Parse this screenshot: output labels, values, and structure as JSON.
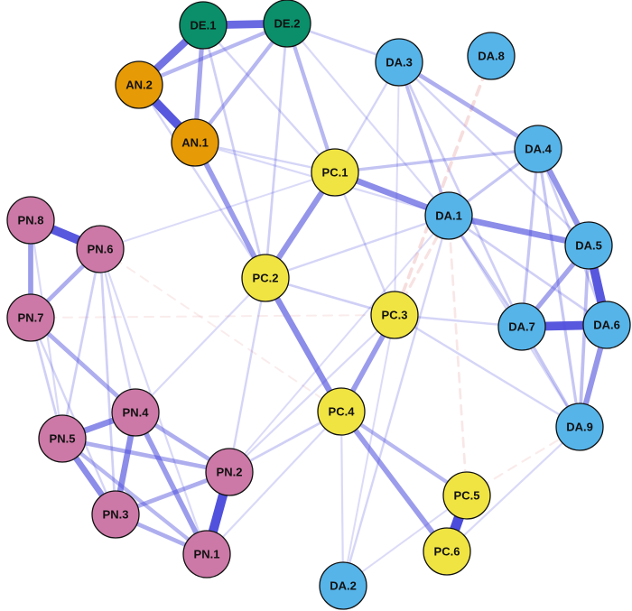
{
  "colors": {
    "DE": "#0a8f6a",
    "AN": "#e69a06",
    "DA": "#56b4e9",
    "PC": "#f0e442",
    "PN": "#cc79a7",
    "positive_edge": "#4b4bdc",
    "negative_edge": "#e8a2a2"
  },
  "nodes": [
    {
      "id": "DE.1",
      "group": "DE"
    },
    {
      "id": "DE.2",
      "group": "DE"
    },
    {
      "id": "AN.2",
      "group": "AN"
    },
    {
      "id": "AN.1",
      "group": "AN"
    },
    {
      "id": "DA.3",
      "group": "DA"
    },
    {
      "id": "DA.8",
      "group": "DA"
    },
    {
      "id": "DA.4",
      "group": "DA"
    },
    {
      "id": "PC.1",
      "group": "PC"
    },
    {
      "id": "DA.1",
      "group": "DA"
    },
    {
      "id": "PN.8",
      "group": "PN"
    },
    {
      "id": "PN.6",
      "group": "PN"
    },
    {
      "id": "DA.5",
      "group": "DA"
    },
    {
      "id": "PC.2",
      "group": "PC"
    },
    {
      "id": "PN.7",
      "group": "PN"
    },
    {
      "id": "PC.3",
      "group": "PC"
    },
    {
      "id": "DA.7",
      "group": "DA"
    },
    {
      "id": "DA.6",
      "group": "DA"
    },
    {
      "id": "PN.4",
      "group": "PN"
    },
    {
      "id": "PC.4",
      "group": "PC"
    },
    {
      "id": "PN.5",
      "group": "PN"
    },
    {
      "id": "DA.9",
      "group": "DA"
    },
    {
      "id": "PN.2",
      "group": "PN"
    },
    {
      "id": "PC.5",
      "group": "PC"
    },
    {
      "id": "PN.3",
      "group": "PN"
    },
    {
      "id": "PN.1",
      "group": "PN"
    },
    {
      "id": "PC.6",
      "group": "PC"
    },
    {
      "id": "DA.2",
      "group": "DA"
    }
  ],
  "edges": [
    {
      "a": "DE.1",
      "b": "DE.2",
      "w": 0.75,
      "sign": "+"
    },
    {
      "a": "AN.2",
      "b": "DE.1",
      "w": 0.7,
      "sign": "+"
    },
    {
      "a": "AN.2",
      "b": "AN.1",
      "w": 0.85,
      "sign": "+"
    },
    {
      "a": "AN.2",
      "b": "DE.2",
      "w": 0.3,
      "sign": "+"
    },
    {
      "a": "DE.1",
      "b": "AN.1",
      "w": 0.4,
      "sign": "+"
    },
    {
      "a": "DE.2",
      "b": "AN.1",
      "w": 0.3,
      "sign": "+"
    },
    {
      "a": "DE.2",
      "b": "PC.1",
      "w": 0.3,
      "sign": "+"
    },
    {
      "a": "DE.2",
      "b": "DA.3",
      "w": 0.15,
      "sign": "+"
    },
    {
      "a": "DE.2",
      "b": "PC.2",
      "w": 0.15,
      "sign": "+"
    },
    {
      "a": "DE.1",
      "b": "PC.2",
      "w": 0.15,
      "sign": "+"
    },
    {
      "a": "DE.1",
      "b": "PC.1",
      "w": 0.12,
      "sign": "+"
    },
    {
      "a": "DE.2",
      "b": "DA.1",
      "w": 0.1,
      "sign": "+"
    },
    {
      "a": "AN.1",
      "b": "PC.2",
      "w": 0.45,
      "sign": "+"
    },
    {
      "a": "AN.1",
      "b": "PC.1",
      "w": 0.12,
      "sign": "+"
    },
    {
      "a": "AN.1",
      "b": "DA.1",
      "w": 0.1,
      "sign": "+"
    },
    {
      "a": "AN.2",
      "b": "PC.2",
      "w": 0.12,
      "sign": "+"
    },
    {
      "a": "PC.1",
      "b": "DA.1",
      "w": 0.55,
      "sign": "+"
    },
    {
      "a": "PC.1",
      "b": "PC.2",
      "w": 0.5,
      "sign": "+"
    },
    {
      "a": "PC.1",
      "b": "DA.4",
      "w": 0.22,
      "sign": "+"
    },
    {
      "a": "PC.1",
      "b": "PC.3",
      "w": 0.12,
      "sign": "+"
    },
    {
      "a": "PC.1",
      "b": "DA.3",
      "w": 0.12,
      "sign": "+"
    },
    {
      "a": "PC.2",
      "b": "PC.4",
      "w": 0.55,
      "sign": "+"
    },
    {
      "a": "PC.2",
      "b": "PC.3",
      "w": 0.15,
      "sign": "+"
    },
    {
      "a": "PC.2",
      "b": "DA.1",
      "w": 0.12,
      "sign": "+"
    },
    {
      "a": "PC.2",
      "b": "PN.2",
      "w": 0.12,
      "sign": "+"
    },
    {
      "a": "PC.2",
      "b": "PN.4",
      "w": 0.1,
      "sign": "+"
    },
    {
      "a": "PC.3",
      "b": "PC.4",
      "w": 0.45,
      "sign": "+"
    },
    {
      "a": "PC.3",
      "b": "DA.1",
      "w": 0.2,
      "sign": "-"
    },
    {
      "a": "PC.3",
      "b": "DA.7",
      "w": 0.12,
      "sign": "+"
    },
    {
      "a": "PC.3",
      "b": "DA.9",
      "w": 0.12,
      "sign": "+"
    },
    {
      "a": "PC.3",
      "b": "PN.2",
      "w": 0.1,
      "sign": "+"
    },
    {
      "a": "PC.4",
      "b": "PC.6",
      "w": 0.45,
      "sign": "+"
    },
    {
      "a": "PC.4",
      "b": "PC.5",
      "w": 0.3,
      "sign": "+"
    },
    {
      "a": "PC.4",
      "b": "PN.2",
      "w": 0.15,
      "sign": "+"
    },
    {
      "a": "PC.4",
      "b": "DA.2",
      "w": 0.1,
      "sign": "+"
    },
    {
      "a": "PC.4",
      "b": "PN.1",
      "w": 0.1,
      "sign": "+"
    },
    {
      "a": "PC.5",
      "b": "PC.6",
      "w": 1.0,
      "sign": "+"
    },
    {
      "a": "PC.5",
      "b": "DA.1",
      "w": 0.15,
      "sign": "-"
    },
    {
      "a": "PC.5",
      "b": "DA.9",
      "w": 0.1,
      "sign": "-"
    },
    {
      "a": "PC.6",
      "b": "DA.9",
      "w": 0.1,
      "sign": "+"
    },
    {
      "a": "DA.1",
      "b": "DA.5",
      "w": 0.55,
      "sign": "+"
    },
    {
      "a": "DA.1",
      "b": "DA.3",
      "w": 0.25,
      "sign": "+"
    },
    {
      "a": "DA.1",
      "b": "DA.4",
      "w": 0.2,
      "sign": "+"
    },
    {
      "a": "DA.1",
      "b": "DA.7",
      "w": 0.2,
      "sign": "+"
    },
    {
      "a": "DA.1",
      "b": "DA.2",
      "w": 0.12,
      "sign": "+"
    },
    {
      "a": "DA.1",
      "b": "DA.6",
      "w": 0.15,
      "sign": "+"
    },
    {
      "a": "DA.1",
      "b": "DA.9",
      "w": 0.12,
      "sign": "+"
    },
    {
      "a": "DA.3",
      "b": "DA.4",
      "w": 0.35,
      "sign": "+"
    },
    {
      "a": "DA.3",
      "b": "DA.7",
      "w": 0.15,
      "sign": "+"
    },
    {
      "a": "DA.3",
      "b": "DA.5",
      "w": 0.12,
      "sign": "+"
    },
    {
      "a": "DA.8",
      "b": "PC.3",
      "w": 0.25,
      "sign": "-"
    },
    {
      "a": "DA.4",
      "b": "DA.5",
      "w": 0.5,
      "sign": "+"
    },
    {
      "a": "DA.4",
      "b": "DA.7",
      "w": 0.2,
      "sign": "+"
    },
    {
      "a": "DA.4",
      "b": "DA.9",
      "w": 0.2,
      "sign": "+"
    },
    {
      "a": "DA.4",
      "b": "DA.6",
      "w": 0.15,
      "sign": "+"
    },
    {
      "a": "DA.5",
      "b": "DA.6",
      "w": 0.85,
      "sign": "+"
    },
    {
      "a": "DA.5",
      "b": "DA.7",
      "w": 0.4,
      "sign": "+"
    },
    {
      "a": "DA.5",
      "b": "DA.9",
      "w": 0.25,
      "sign": "+"
    },
    {
      "a": "DA.7",
      "b": "DA.6",
      "w": 0.85,
      "sign": "+"
    },
    {
      "a": "DA.6",
      "b": "DA.9",
      "w": 0.5,
      "sign": "+"
    },
    {
      "a": "DA.7",
      "b": "DA.9",
      "w": 0.2,
      "sign": "+"
    },
    {
      "a": "PN.8",
      "b": "PN.6",
      "w": 0.85,
      "sign": "+"
    },
    {
      "a": "PN.8",
      "b": "PN.7",
      "w": 0.45,
      "sign": "+"
    },
    {
      "a": "PN.6",
      "b": "PN.7",
      "w": 0.35,
      "sign": "+"
    },
    {
      "a": "PN.7",
      "b": "PN.4",
      "w": 0.35,
      "sign": "+"
    },
    {
      "a": "PN.7",
      "b": "PN.5",
      "w": 0.15,
      "sign": "+"
    },
    {
      "a": "PN.7",
      "b": "PN.3",
      "w": 0.12,
      "sign": "+"
    },
    {
      "a": "PN.6",
      "b": "PN.5",
      "w": 0.15,
      "sign": "+"
    },
    {
      "a": "PN.6",
      "b": "PN.3",
      "w": 0.15,
      "sign": "+"
    },
    {
      "a": "PN.6",
      "b": "PN.4",
      "w": 0.12,
      "sign": "+"
    },
    {
      "a": "PN.6",
      "b": "PN.1",
      "w": 0.1,
      "sign": "+"
    },
    {
      "a": "PN.8",
      "b": "PN.5",
      "w": 0.1,
      "sign": "+"
    },
    {
      "a": "PN.4",
      "b": "PN.5",
      "w": 0.55,
      "sign": "+"
    },
    {
      "a": "PN.4",
      "b": "PN.3",
      "w": 0.55,
      "sign": "+"
    },
    {
      "a": "PN.4",
      "b": "PN.1",
      "w": 0.45,
      "sign": "+"
    },
    {
      "a": "PN.4",
      "b": "PN.2",
      "w": 0.35,
      "sign": "+"
    },
    {
      "a": "PN.5",
      "b": "PN.3",
      "w": 0.55,
      "sign": "+"
    },
    {
      "a": "PN.5",
      "b": "PN.2",
      "w": 0.35,
      "sign": "+"
    },
    {
      "a": "PN.5",
      "b": "PN.1",
      "w": 0.3,
      "sign": "+"
    },
    {
      "a": "PN.3",
      "b": "PN.2",
      "w": 0.35,
      "sign": "+"
    },
    {
      "a": "PN.3",
      "b": "PN.1",
      "w": 0.35,
      "sign": "+"
    },
    {
      "a": "PN.2",
      "b": "PN.1",
      "w": 0.9,
      "sign": "+"
    },
    {
      "a": "PN.6",
      "b": "PC.4",
      "w": 0.08,
      "sign": "-"
    },
    {
      "a": "PN.7",
      "b": "PC.3",
      "w": 0.08,
      "sign": "-"
    },
    {
      "a": "PN.2",
      "b": "DA.1",
      "w": 0.08,
      "sign": "+"
    },
    {
      "a": "PC.1",
      "b": "PN.6",
      "w": 0.08,
      "sign": "+"
    },
    {
      "a": "DA.2",
      "b": "PC.3",
      "w": 0.08,
      "sign": "+"
    },
    {
      "a": "DA.2",
      "b": "PC.5",
      "w": 0.08,
      "sign": "+"
    },
    {
      "a": "DA.3",
      "b": "PC.3",
      "w": 0.08,
      "sign": "+"
    }
  ]
}
